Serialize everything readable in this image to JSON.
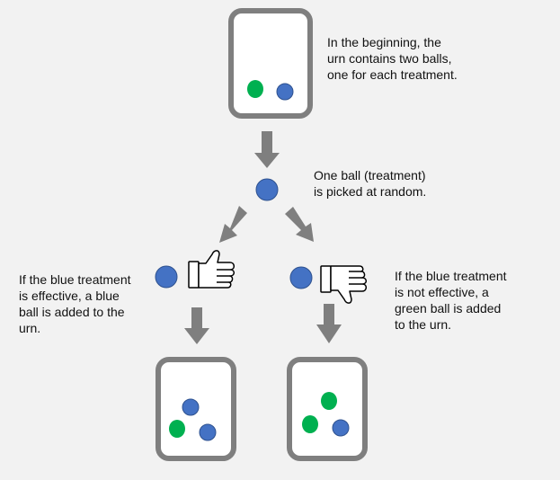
{
  "colors": {
    "background": "#f2f2f2",
    "urn_stroke": "#7f7f7f",
    "urn_fill": "#ffffff",
    "arrow": "#7f7f7f",
    "blue_ball": "#4472c4",
    "blue_ball_stroke": "#2f528f",
    "green_ball": "#00b050",
    "hand_stroke": "#000000",
    "hand_fill": "#ffffff"
  },
  "labels": {
    "start": [
      "In the beginning, the",
      "urn contains two balls,",
      "one for each treatment."
    ],
    "pick": [
      "One ball (treatment)",
      "is picked at random."
    ],
    "effective": [
      "If the blue treatment",
      "is effective, a blue",
      "ball is added to the",
      "urn."
    ],
    "not_effective": [
      "If the blue treatment",
      "is not effective, a",
      "green ball is added",
      "to the urn."
    ]
  },
  "urns": {
    "start": {
      "balls": [
        "green",
        "blue"
      ]
    },
    "after_effective": {
      "balls": [
        "blue",
        "green",
        "blue"
      ]
    },
    "after_not_effective": {
      "balls": [
        "green",
        "green",
        "blue"
      ]
    }
  },
  "icons": {
    "effective": "thumbs-up-icon",
    "not_effective": "thumbs-down-icon"
  }
}
